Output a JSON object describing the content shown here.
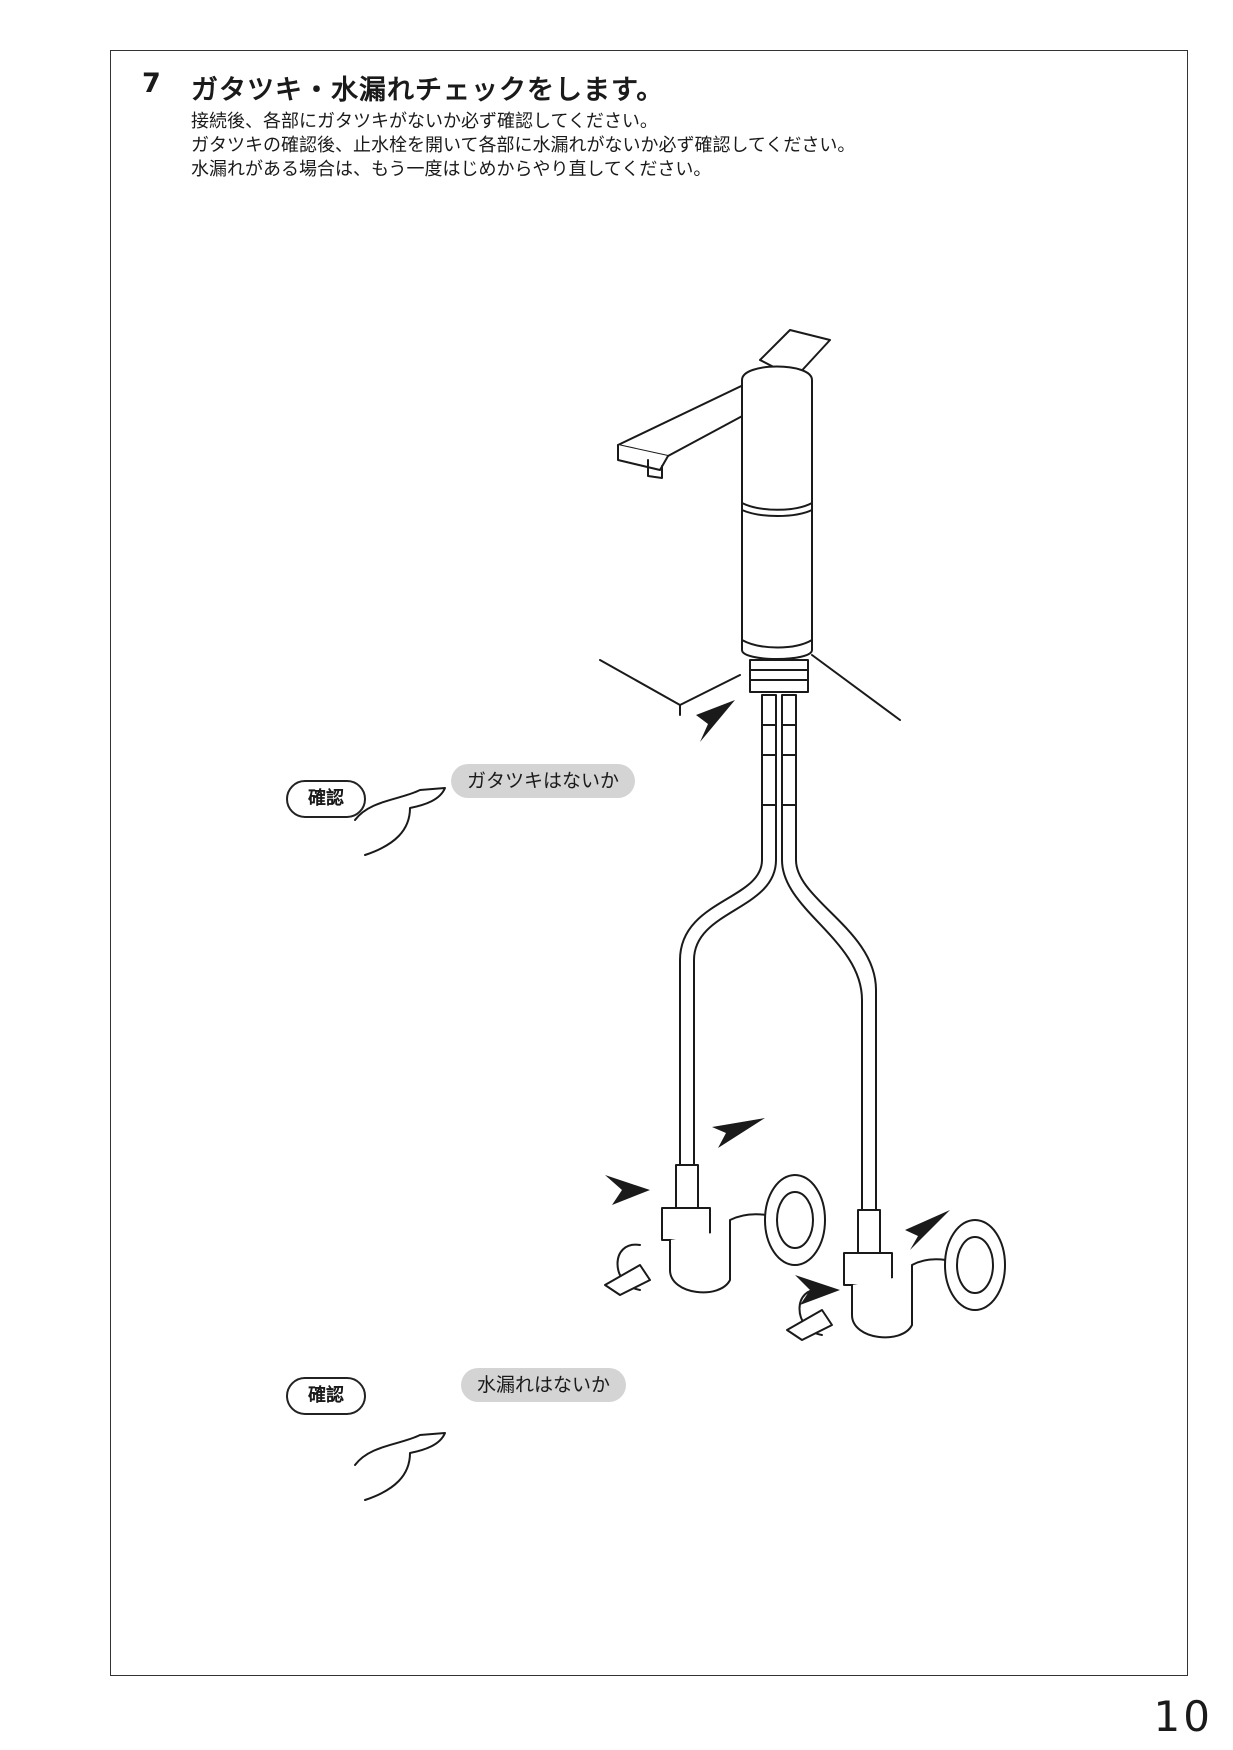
{
  "step": {
    "number": "7",
    "title": "ガタツキ・水漏れチェックをします。",
    "lines": [
      "接続後、各部にガタツキがないか必ず確認してください。",
      "ガタツキの確認後、止水栓を開いて各部に水漏れがないか必ず確認してください。",
      "水漏れがある場合は、もう一度はじめからやり直してください。"
    ]
  },
  "callouts": {
    "first": {
      "badge": "確認",
      "bubble": "ガタツキはないか"
    },
    "second": {
      "badge": "確認",
      "bubble": "水漏れはないか"
    }
  },
  "page_number": "10"
}
